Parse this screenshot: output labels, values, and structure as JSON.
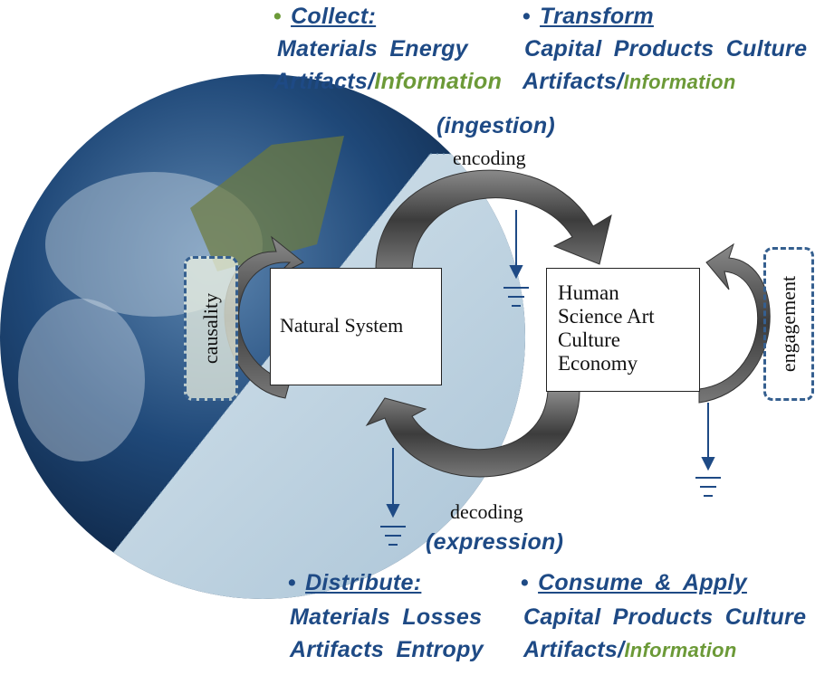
{
  "colors": {
    "blue": "#1e4a85",
    "green": "#6c9a38"
  },
  "top_left": {
    "heading": "Collect:",
    "line1": "Materials  Energy",
    "line2a": "Artifacts/",
    "line2b": "Information"
  },
  "top_right": {
    "heading": "Transform",
    "line1": "Capital  Products  Culture",
    "line2a": "Artifacts/",
    "line2b": "Information"
  },
  "bottom_left": {
    "heading": "Distribute:",
    "line1": "Materials  Losses",
    "line2": "Artifacts  Entropy"
  },
  "bottom_right": {
    "heading": "Consume & Apply",
    "line1": "Capital  Products  Culture",
    "line2a": "Artifacts/",
    "line2b": "Information"
  },
  "flow": {
    "ingestion": "(ingestion)",
    "encoding": "encoding",
    "decoding": "decoding",
    "expression": "(expression)"
  },
  "natural_box": "Natural System",
  "human_box": [
    "Human",
    "Science  Art",
    "Culture",
    "Economy"
  ],
  "causality": "causality",
  "engagement": "engagement"
}
